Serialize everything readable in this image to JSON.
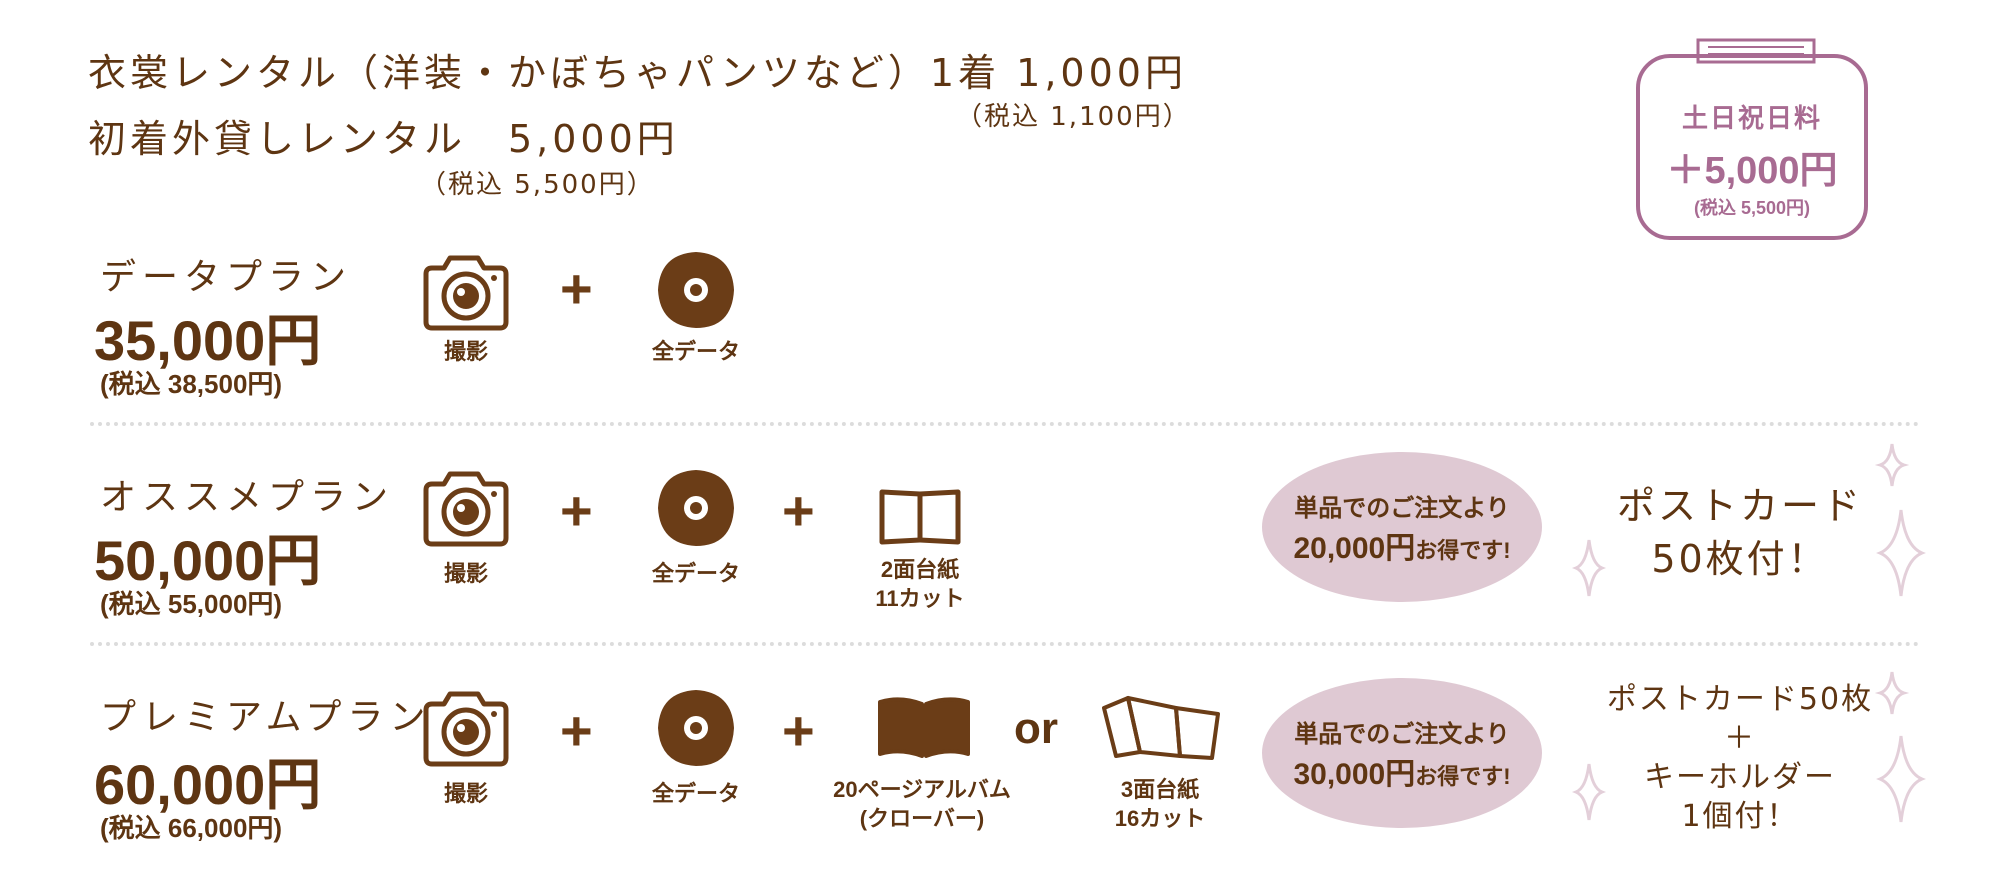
{
  "header": {
    "rental_line": "衣裳レンタル（洋装・かぼちゃパンツなど）1着 1,000円",
    "rental_tax": "（税込 1,100円）",
    "first_line": "初着外貸しレンタル　5,000円",
    "first_tax": "（税込 5,500円）"
  },
  "weekend": {
    "title": "土日祝日料",
    "price": "＋5,000円",
    "tax": "(税込 5,500円)"
  },
  "plans": [
    {
      "name": "データプラン",
      "price": "35,000円",
      "tax": "(税込 38,500円)",
      "items": {
        "shoot": "撮影",
        "data": "全データ"
      }
    },
    {
      "name": "オススメプラン",
      "price": "50,000円",
      "tax": "(税込 55,000円)",
      "items": {
        "shoot": "撮影",
        "data": "全データ",
        "mount_line1": "2面台紙",
        "mount_line2": "11カット"
      },
      "savings_line1": "単品でのご注文より",
      "savings_amount": "20,000円",
      "savings_suffix": "お得です!",
      "bonus_line1": "ポストカード",
      "bonus_line2": "50枚付！"
    },
    {
      "name": "プレミアムプラン",
      "price": "60,000円",
      "tax": "(税込 66,000円)",
      "items": {
        "shoot": "撮影",
        "data": "全データ",
        "album_line1": "20ページアルバム",
        "album_line2": "(クローバー)",
        "or": "or",
        "mount_line1": "3面台紙",
        "mount_line2": "16カット"
      },
      "savings_line1": "単品でのご注文より",
      "savings_amount": "30,000円",
      "savings_suffix": "お得です!",
      "bonus_line1": "ポストカード50枚",
      "bonus_line2": "＋",
      "bonus_line3": "キーホルダー",
      "bonus_line4": "1個付！"
    }
  ],
  "symbols": {
    "plus": "+"
  },
  "colors": {
    "brown": "#5e3512",
    "pink_oval": "#dfc9d3",
    "purple_frame": "#a86b92",
    "sparkle": "#e3cfd9"
  },
  "icons": [
    "camera-icon",
    "disc-icon",
    "mount-icon",
    "album-icon",
    "tri-mount-icon",
    "sparkle-icon",
    "tape-icon"
  ]
}
